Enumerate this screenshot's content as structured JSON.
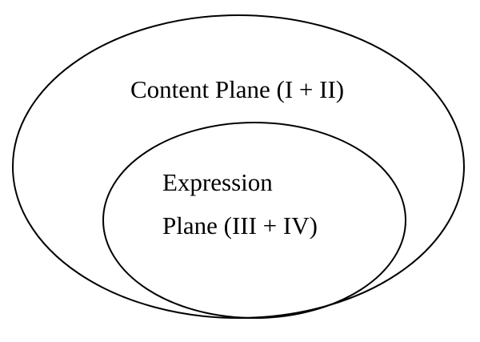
{
  "diagram": {
    "outer_label": "Content Plane (I + II)",
    "inner_label_line1": "Expression",
    "inner_label_line2": "Plane (III + IV)",
    "stroke_color": "#000000",
    "background_color": "#ffffff"
  }
}
